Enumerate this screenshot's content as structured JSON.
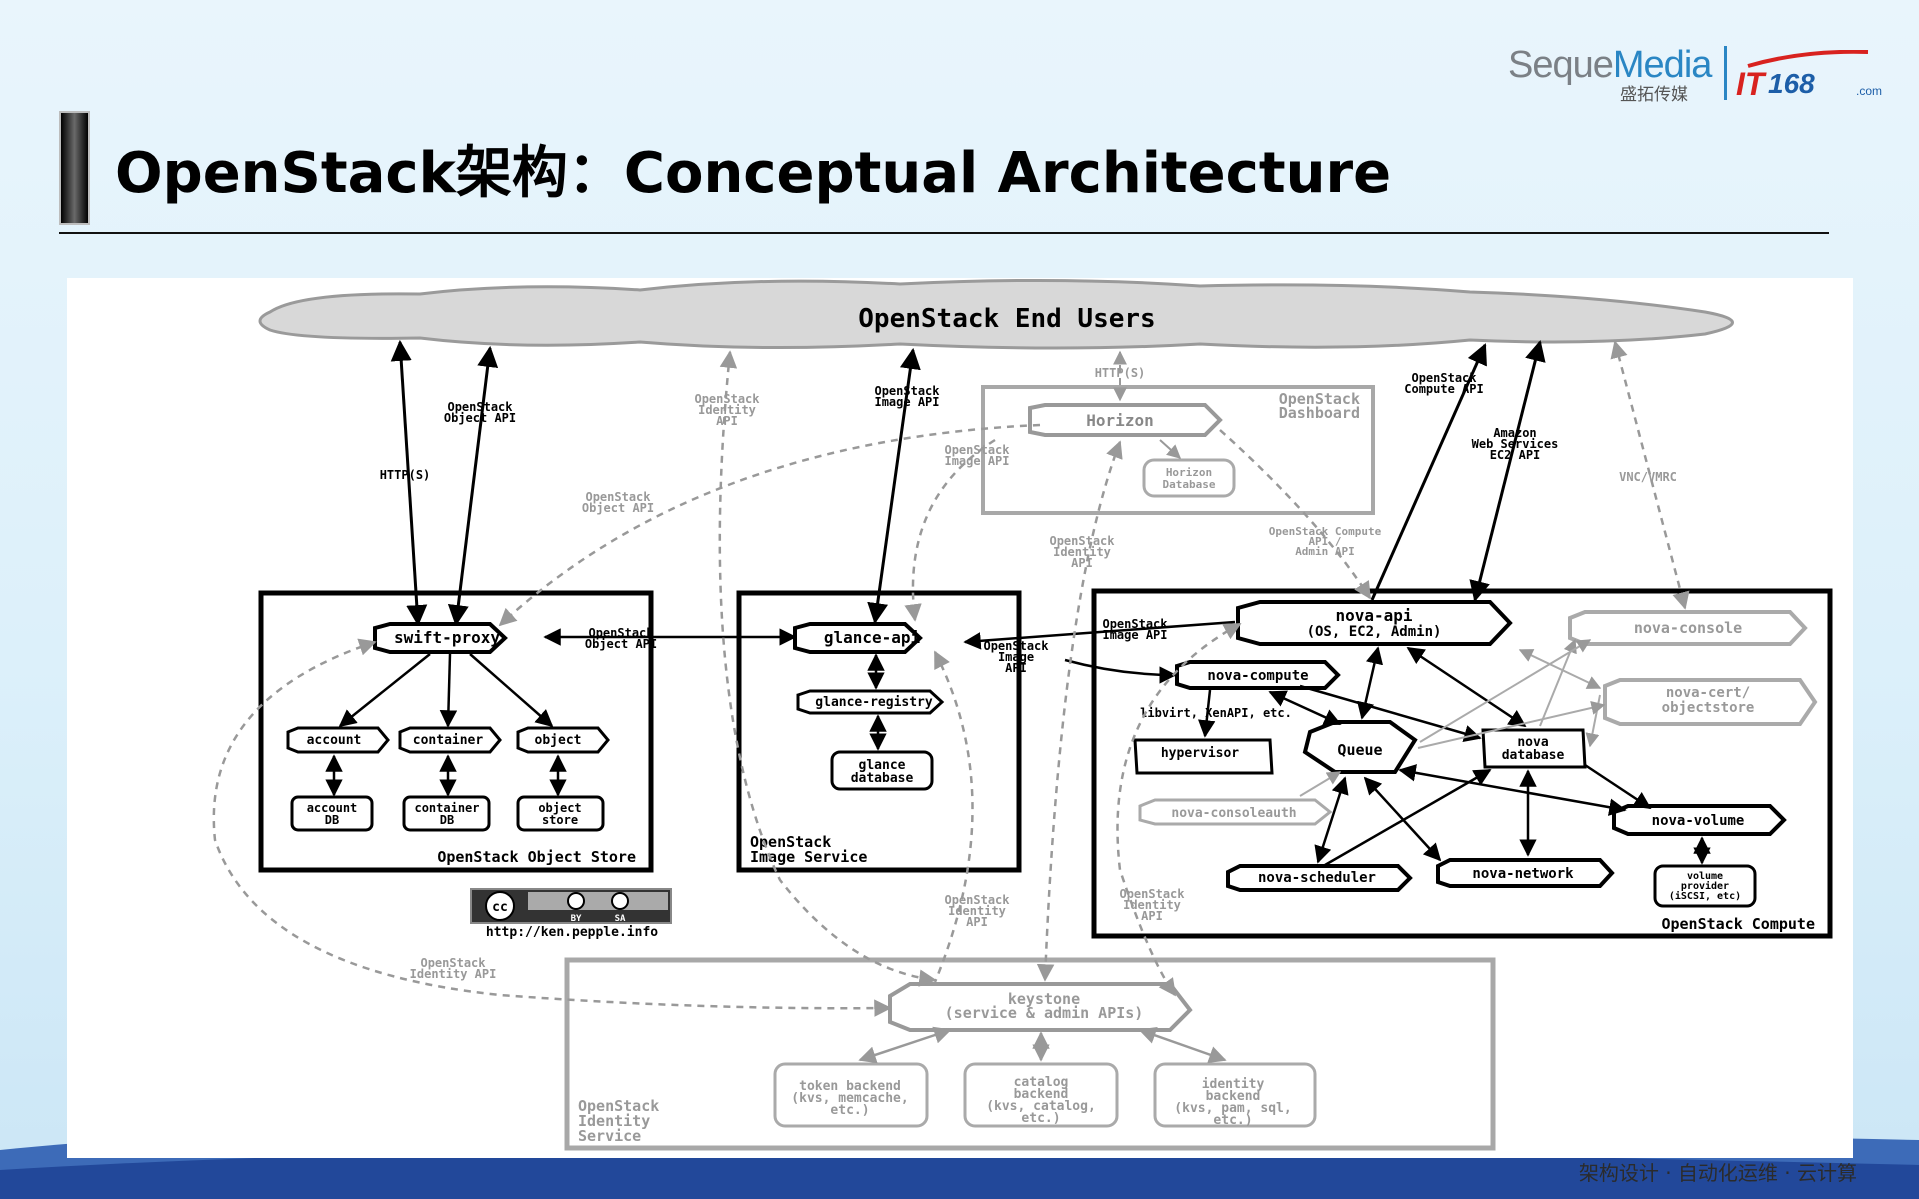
{
  "slide": {
    "title": "OpenStack架构：Conceptual Architecture",
    "footer": "架构设计 · 自动化运维 · 云计算",
    "logo": {
      "seque": "Seque",
      "media": "Media",
      "company_cn": "盛拓传媒",
      "it": "IT",
      "num": "168",
      "com": ".com"
    }
  },
  "diagram": {
    "end_users": "OpenStack End Users",
    "labels": {
      "https_left": "HTTP(S)",
      "object_api_top": [
        "OpenStack",
        "Object API"
      ],
      "identity_api_top": [
        "OpenStack",
        "Identity",
        "API"
      ],
      "image_api_top": [
        "OpenStack",
        "Image API"
      ],
      "https_dash": "HTTP(S)",
      "compute_api_top": [
        "OpenStack",
        "Compute API"
      ],
      "ec2_api": [
        "Amazon",
        "Web Services",
        "EC2 API"
      ],
      "vnc": "VNC/VMRC",
      "object_api_dash": [
        "OpenStack",
        "Object API"
      ],
      "image_api_dash": [
        "OpenStack",
        "Image API"
      ],
      "identity_api_dash": [
        "OpenStack",
        "Identity",
        "API"
      ],
      "compute_admin_api": [
        "OpenStack Compute",
        "API /",
        "Admin API"
      ],
      "object_api_mid": [
        "OpenStack",
        "Object API"
      ],
      "image_api_mid": [
        "OpenStack",
        "Image",
        "API"
      ],
      "image_api_right": [
        "OpenStack",
        "Image API"
      ],
      "libvirt": "libvirt, XenAPI, etc.",
      "identity_api_bl": [
        "OpenStack",
        "Identity API"
      ],
      "identity_api_bm": [
        "OpenStack",
        "Identity",
        "API"
      ],
      "identity_api_br": [
        "OpenStack",
        "Identity",
        "API"
      ]
    },
    "dashboard": {
      "title": [
        "OpenStack",
        "Dashboard"
      ],
      "horizon": "Horizon",
      "horizon_db": [
        "Horizon",
        "Database"
      ]
    },
    "object_store": {
      "title": "OpenStack Object Store",
      "proxy": "swift-proxy",
      "account": "account",
      "container": "container",
      "object": "object",
      "account_db": [
        "account",
        "DB"
      ],
      "container_db": [
        "container",
        "DB"
      ],
      "object_store": [
        "object",
        "store"
      ]
    },
    "image_service": {
      "title": [
        "OpenStack",
        "Image Service"
      ],
      "api": "glance-api",
      "registry": "glance-registry",
      "db": [
        "glance",
        "database"
      ]
    },
    "compute": {
      "title": "OpenStack Compute",
      "api": [
        "nova-api",
        "(OS, EC2, Admin)"
      ],
      "compute": "nova-compute",
      "hypervisor": "hypervisor",
      "queue": "Queue",
      "database": [
        "nova",
        "database"
      ],
      "console": "nova-console",
      "cert": [
        "nova-cert/",
        "objectstore"
      ],
      "consoleauth": "nova-consoleauth",
      "volume": "nova-volume",
      "scheduler": "nova-scheduler",
      "network": "nova-network",
      "volume_provider": [
        "volume",
        "provider",
        "(iSCSI, etc)"
      ]
    },
    "identity": {
      "title": [
        "OpenStack",
        "Identity",
        "Service"
      ],
      "keystone": [
        "keystone",
        "(service & admin APIs)"
      ],
      "token_backend": [
        "token backend",
        "(kvs, memcache,",
        "etc.)"
      ],
      "catalog_backend": [
        "catalog",
        "backend",
        "(kvs, catalog,",
        "etc.)"
      ],
      "identity_backend": [
        "identity",
        "backend",
        "(kvs, pam, sql,",
        "etc.)"
      ]
    },
    "license": {
      "cc": "cc",
      "by": "BY",
      "sa": "SA",
      "url": "http://ken.pepple.info"
    }
  }
}
